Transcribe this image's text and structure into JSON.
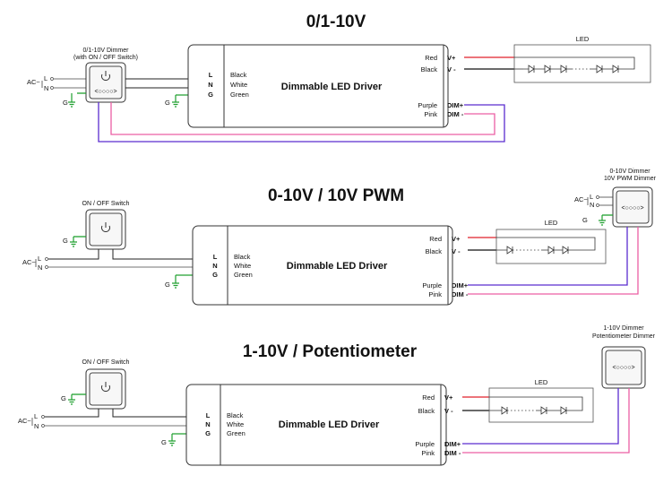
{
  "diagrams": [
    {
      "title": "0/1-10V",
      "dimmer_label": [
        "0/1-10V Dimmer",
        "(with ON / OFF Switch)"
      ],
      "ac_label": "AC~",
      "ln": [
        "L",
        "N"
      ],
      "ground_label": "G",
      "driver_name": "Dimmable LED Driver",
      "input_terminals": [
        "L",
        "N",
        "G"
      ],
      "input_wires": [
        "Black",
        "White",
        "Green"
      ],
      "output_wires": [
        "Red",
        "Black"
      ],
      "output_terminals": [
        "V+",
        "V -"
      ],
      "dim_wires": [
        "Purple",
        "Pink"
      ],
      "dim_terminals": [
        "DIM+",
        "DIM -"
      ],
      "led_label": "LED",
      "dimmer_symbol": "<○○○○>"
    },
    {
      "title": "0-10V / 10V PWM",
      "switch_label": "ON / OFF Switch",
      "dimmer_label": [
        "0-10V Dimmer",
        "10V PWM Dimmer"
      ],
      "ac_label": "AC~",
      "ln": [
        "L",
        "N"
      ],
      "ground_label": "G",
      "driver_name": "Dimmable LED Driver",
      "input_terminals": [
        "L",
        "N",
        "G"
      ],
      "input_wires": [
        "Black",
        "White",
        "Green"
      ],
      "output_wires": [
        "Red",
        "Black"
      ],
      "output_terminals": [
        "V+",
        "V -"
      ],
      "dim_wires": [
        "Purple",
        "Pink"
      ],
      "dim_terminals": [
        "DIM+",
        "DIM -"
      ],
      "led_label": "LED",
      "dimmer_symbol": "<○○○○>"
    },
    {
      "title": "1-10V / Potentiometer",
      "switch_label": "ON / OFF Switch",
      "dimmer_label": [
        "1-10V Dimmer",
        "Potentiometer Dimmer"
      ],
      "ac_label": "AC~",
      "ln": [
        "L",
        "N"
      ],
      "ground_label": "G",
      "driver_name": "Dimmable LED Driver",
      "input_terminals": [
        "L",
        "N",
        "G"
      ],
      "input_wires": [
        "Black",
        "White",
        "Green"
      ],
      "output_wires": [
        "Red",
        "Black"
      ],
      "output_terminals": [
        "V+",
        "V -"
      ],
      "dim_wires": [
        "Purple",
        "Pink"
      ],
      "dim_terminals": [
        "DIM+",
        "DIM -"
      ],
      "led_label": "LED",
      "dimmer_symbol": "<○○○○>"
    }
  ],
  "colors": {
    "red_wire": "#e0202a",
    "black_wire": "#111111",
    "purple_wire": "#5a2ccf",
    "pink_wire": "#ec5fa4",
    "green_wire": "#20a030"
  }
}
